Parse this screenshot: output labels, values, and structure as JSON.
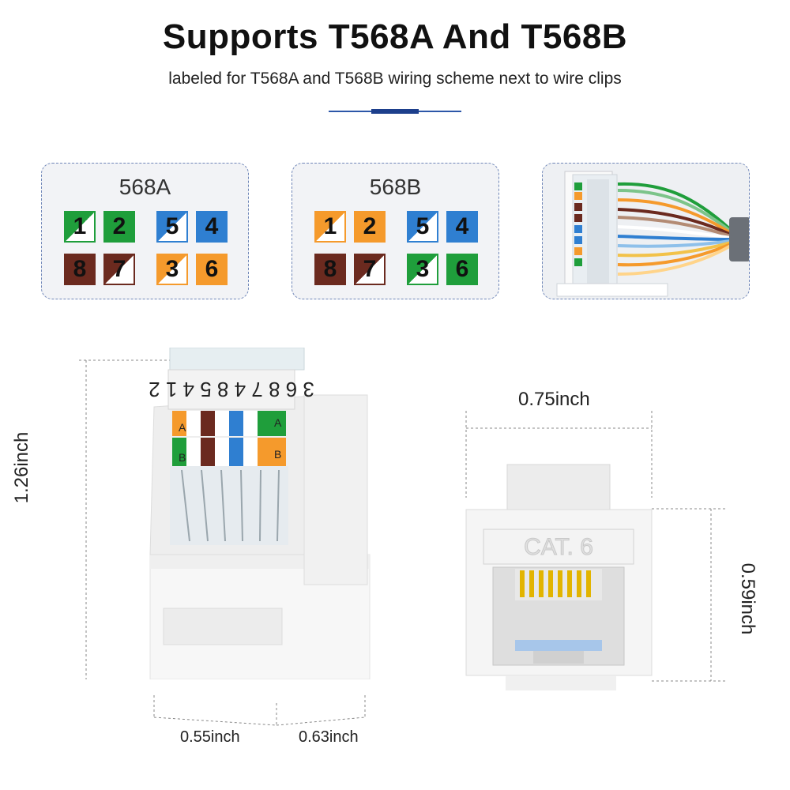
{
  "header": {
    "title": "Supports T568A And T568B",
    "subtitle": "labeled for T568A and T568B wiring scheme next to wire clips"
  },
  "colors": {
    "accent": "#1d3f8c",
    "green": "#1f9e3b",
    "blue": "#2f7fd1",
    "orange": "#f59a2c",
    "brown": "#6b2a1f",
    "card_border": "#6f86b8",
    "card_bg": "#f2f3f6"
  },
  "scheme_a": {
    "label": "568A",
    "pins": [
      {
        "number": "1",
        "style": "half-green"
      },
      {
        "number": "2",
        "style": "solid-green"
      },
      {
        "number": "5",
        "style": "half-blue"
      },
      {
        "number": "4",
        "style": "solid-blue"
      },
      {
        "number": "8",
        "style": "solid-brown"
      },
      {
        "number": "7",
        "style": "half-brown"
      },
      {
        "number": "3",
        "style": "half-orange"
      },
      {
        "number": "6",
        "style": "solid-orange"
      }
    ]
  },
  "scheme_b": {
    "label": "568B",
    "pins": [
      {
        "number": "1",
        "style": "half-orange"
      },
      {
        "number": "2",
        "style": "solid-orange"
      },
      {
        "number": "5",
        "style": "half-blue"
      },
      {
        "number": "4",
        "style": "solid-blue"
      },
      {
        "number": "8",
        "style": "solid-brown"
      },
      {
        "number": "7",
        "style": "half-brown"
      },
      {
        "number": "3",
        "style": "half-green"
      },
      {
        "number": "6",
        "style": "solid-green"
      }
    ]
  },
  "keystone_side": {
    "clip_numbers": "3 6 8 7 4 8 5 4 1 2",
    "scheme_a_mark": "A",
    "scheme_b_mark": "B",
    "height": "1.26inch",
    "depth_front": "0.55inch",
    "depth_back": "0.63inch"
  },
  "keystone_front": {
    "category": "CAT. 6",
    "width": "0.75inch",
    "height": "0.59inch"
  }
}
